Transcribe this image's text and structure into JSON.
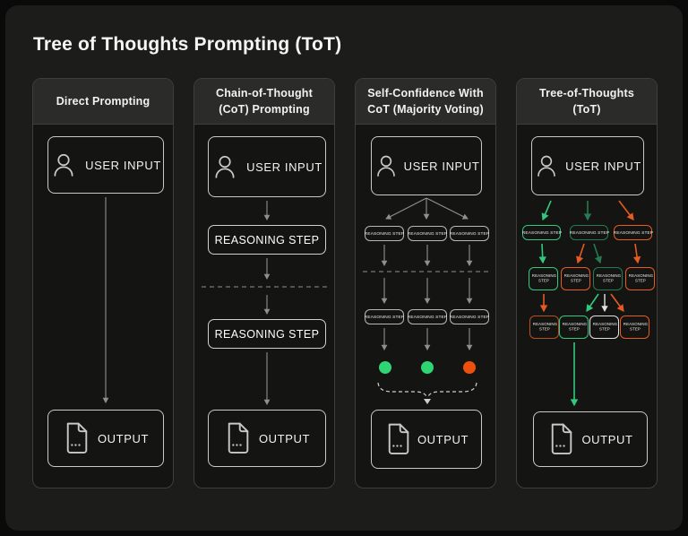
{
  "title": "Tree of Thoughts Prompting (ToT)",
  "labels": {
    "user_input": "USER INPUT",
    "reasoning_step": "REASONING STEP",
    "output": "OUTPUT"
  },
  "cards": [
    {
      "title": "Direct Prompting"
    },
    {
      "title": "Chain-of-Thought\n(CoT) Prompting"
    },
    {
      "title": "Self-Confidence With\nCoT (Majority Voting)"
    },
    {
      "title": "Tree-of-Thoughts\n(ToT)"
    }
  ],
  "majority_voting": {
    "dot_colors": [
      "#2fd573",
      "#2fd573",
      "#ee4f0d"
    ]
  },
  "colors": {
    "green": "#31c97c",
    "green_dim": "#257a50",
    "orange": "#e75b22",
    "orange_dim": "#b4511f",
    "neutral": "#e2e2df",
    "gray": "#8f8f8c"
  }
}
